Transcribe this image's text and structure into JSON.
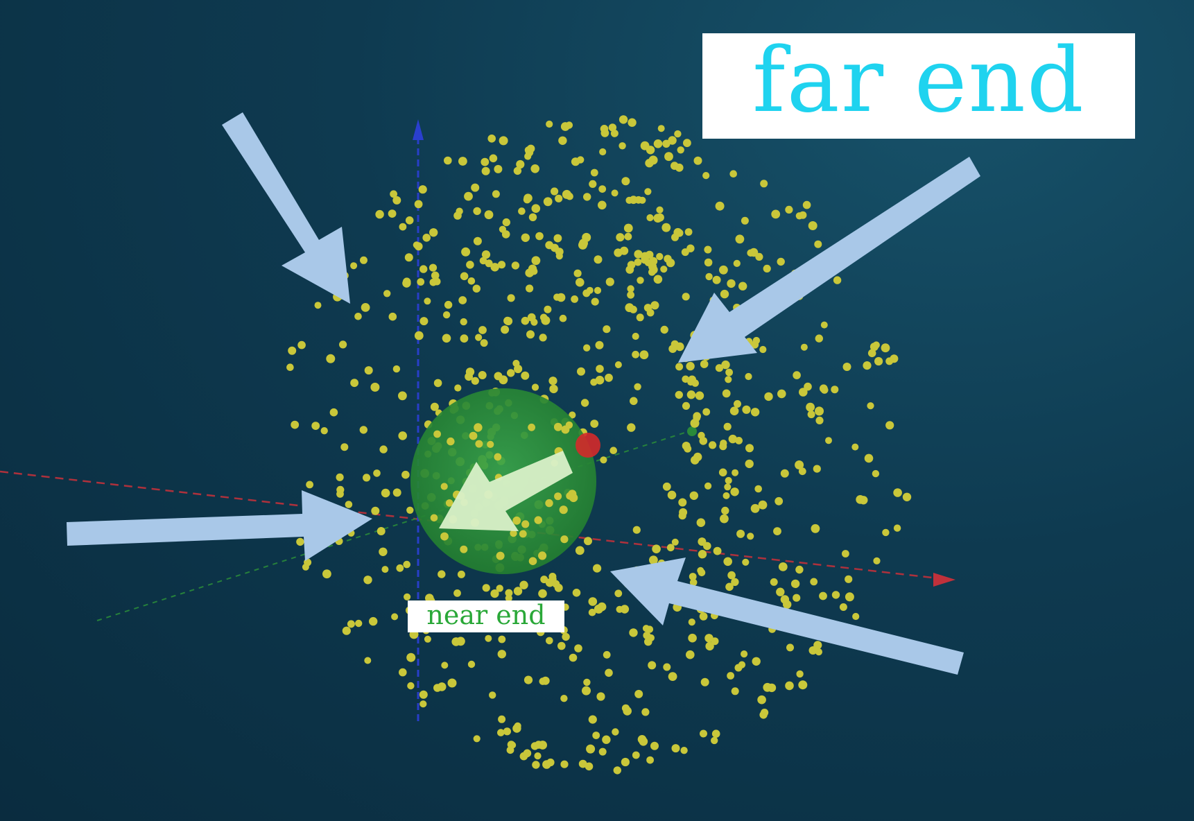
{
  "labels": {
    "far_end": "far end",
    "near_end": "near end"
  },
  "colors": {
    "background": "#0e3a50",
    "particle": "#c9c73a",
    "probe_sphere": "#2f9a3a",
    "arrow": "#a9c8e8",
    "inner_arrow": "#d9f0c8",
    "far_text": "#1fd3ef",
    "near_text": "#2aa838",
    "axis_x": "#c0313b",
    "axis_y": "#2a3fcf",
    "axis_z": "#2a8a3a",
    "red_marker": "#d42a2a"
  },
  "icons": [
    "arrow-icon",
    "particle-dot",
    "probe-sphere",
    "axis-line"
  ]
}
